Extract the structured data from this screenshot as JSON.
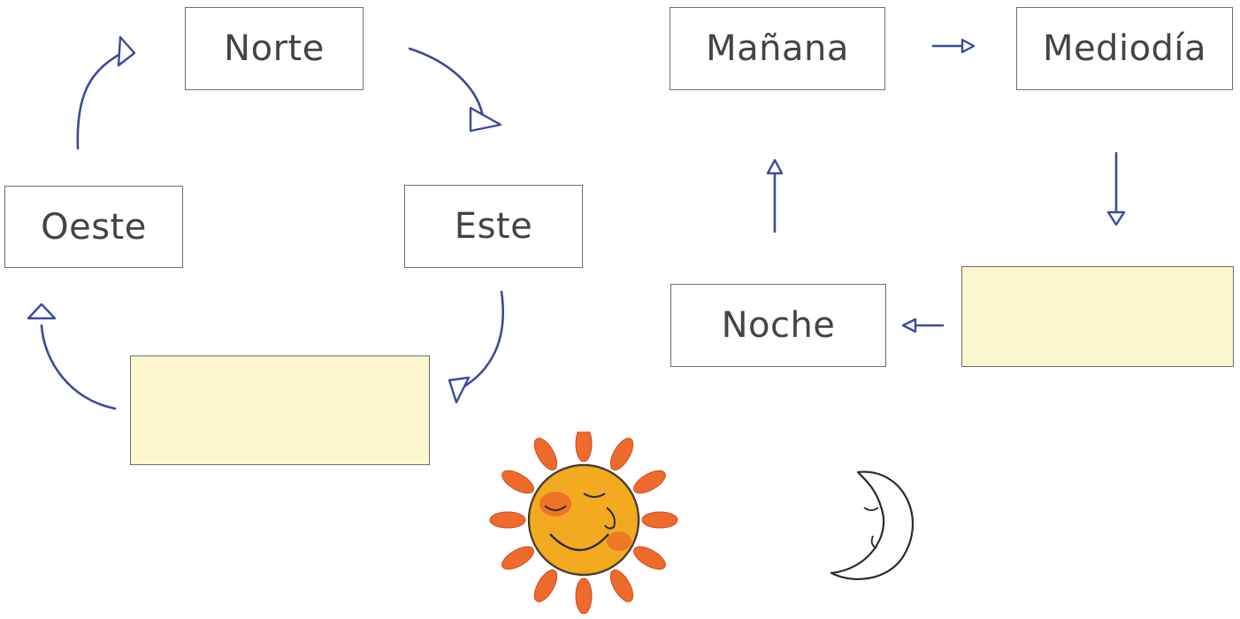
{
  "compass_cycle": {
    "north_label": "Norte",
    "west_label": "Oeste",
    "east_label": "Este",
    "blank_answer": ""
  },
  "day_cycle": {
    "morning_label": "Mañana",
    "noon_label": "Mediodía",
    "night_label": "Noche",
    "blank_answer": ""
  },
  "colors": {
    "arrow": "#3a4b9c",
    "box_border": "#6e6e6e",
    "blank_fill": "#fdf7cf",
    "label_text": "#444444"
  },
  "illustrations": [
    "sun-icon",
    "moon-icon"
  ]
}
